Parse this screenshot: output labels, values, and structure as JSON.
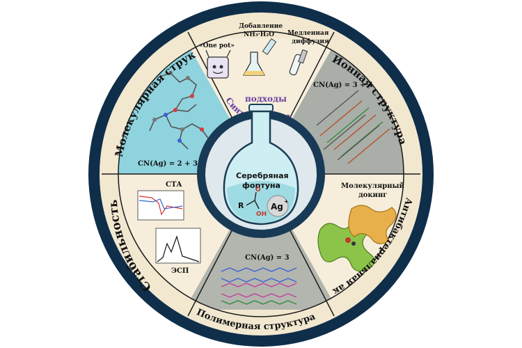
{
  "center": {
    "title_line1": "Серебряная",
    "title_line2": "фортуна",
    "r_label": "R",
    "o_label": "O",
    "oh_label": "OH",
    "ag_label": "Ag",
    "ag_charge": "+"
  },
  "synthetic": {
    "title_line1": "Синтетические",
    "title_line2": "подходы",
    "one_pot": "«One pot»",
    "add_line1": "Добавление",
    "add_line2": "NH₃·H₂O",
    "diff_line1": "Медленная",
    "diff_line2": "диффузия"
  },
  "ionic": {
    "title": "Ионная структура",
    "cn": "CN(Ag) = 3 + 4"
  },
  "molecular": {
    "title": "Молекулярная структура",
    "cn": "CN(Ag) = 2 + 3"
  },
  "docking": {
    "line1": "Молекулярный",
    "line2": "докинг",
    "title": "Антибактериальная активность"
  },
  "polymer": {
    "title": "Полимерная структура",
    "cn": "CN(Ag) = 3"
  },
  "stability": {
    "title": "Стабильность",
    "sta": "СТА",
    "esp": "ЭСП"
  },
  "colors": {
    "outer_ring": "#0f2e4a",
    "beige": "#f2e8d0",
    "inner_ring": "#183a56",
    "cyan_panel": "#8fd3de",
    "grey_panel": "#a9aea8"
  }
}
